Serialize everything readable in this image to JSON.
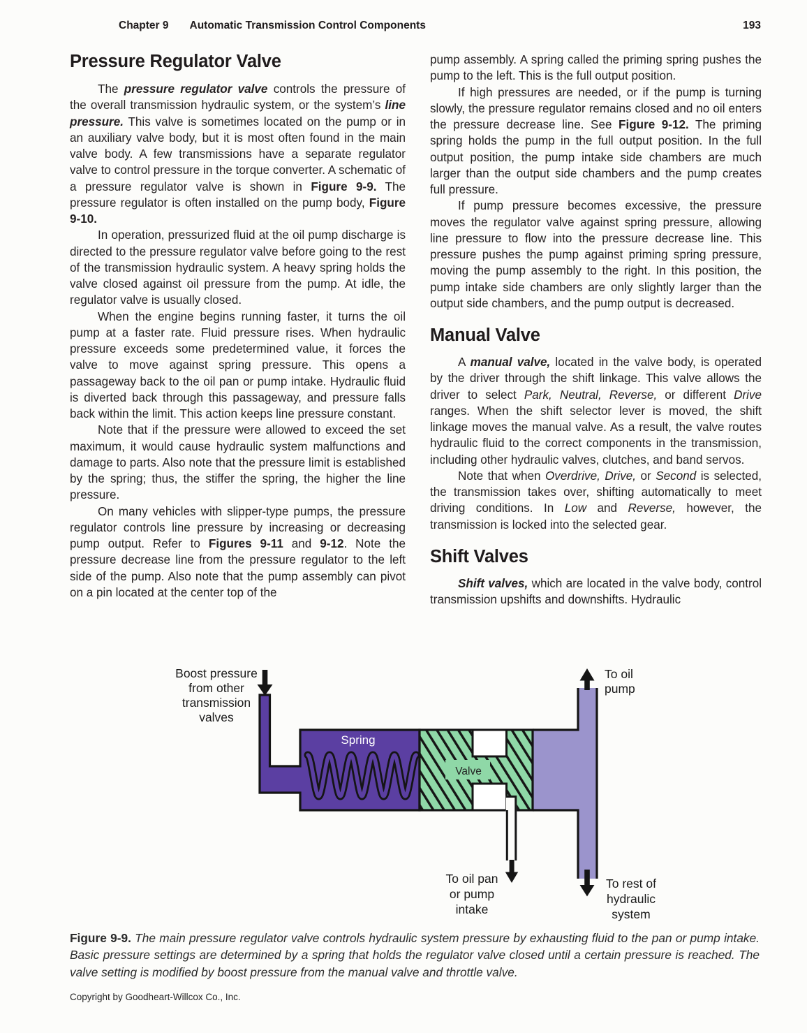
{
  "header": {
    "chapter": "Chapter 9",
    "title": "Automatic Transmission Control Components",
    "page": "193"
  },
  "left_column": {
    "heading": "Pressure Regulator Valve",
    "paragraphs": [
      {
        "segments": [
          {
            "t": "The "
          },
          {
            "t": "pressure regulator valve",
            "s": "bi"
          },
          {
            "t": " controls the pressure of the overall transmission hydraulic system, or the system’s "
          },
          {
            "t": "line pressure.",
            "s": "bi"
          },
          {
            "t": " This valve is sometimes located on the pump or in an auxiliary valve body, but it is most often found in the main valve body. A few transmissions have a separate regulator valve to control pressure in the torque converter. A schematic of a pressure regulator valve is shown in "
          },
          {
            "t": "Figure 9-9.",
            "s": "b"
          },
          {
            "t": " The pressure regulator is often installed on the pump body, "
          },
          {
            "t": "Figure 9-10.",
            "s": "b"
          }
        ]
      },
      {
        "segments": [
          {
            "t": "In operation, pressurized fluid at the oil pump discharge is directed to the pressure regulator valve before going to the rest of the transmission hydraulic system. A heavy spring holds the valve closed against oil pressure from the pump. At idle, the regulator valve is usually closed."
          }
        ]
      },
      {
        "segments": [
          {
            "t": "When the engine begins running faster, it turns the oil pump at a faster rate. Fluid pressure rises. When hydraulic pressure exceeds some predetermined value, it forces the valve to move against spring pressure. This opens a passageway back to the oil pan or pump intake. Hydraulic fluid is diverted back through this passageway, and pressure falls back within the limit. This action keeps line pressure constant."
          }
        ]
      },
      {
        "segments": [
          {
            "t": "Note that if the pressure were allowed to exceed the set maximum, it would cause hydraulic system malfunctions and damage to parts. Also note that the pressure limit is established by the spring; thus, the stiffer the spring, the higher the line pressure."
          }
        ]
      },
      {
        "segments": [
          {
            "t": "On many vehicles with slipper-type pumps, the pressure regulator controls line pressure by increasing or decreasing pump output. Refer to "
          },
          {
            "t": "Figures 9-11",
            "s": "b"
          },
          {
            "t": " and "
          },
          {
            "t": "9-12",
            "s": "b"
          },
          {
            "t": ". Note the pressure decrease line from the pressure regulator to the left side of the pump. Also note that the pump assembly can pivot on a pin located at the center top of the"
          }
        ]
      }
    ]
  },
  "right_column": {
    "sections": [
      {
        "heading": null,
        "paragraphs": [
          {
            "indent": false,
            "segments": [
              {
                "t": "pump assembly. A spring called the priming spring pushes the pump to the left. This is the full output position."
              }
            ]
          },
          {
            "segments": [
              {
                "t": "If high pressures are needed, or if the pump is turning slowly, the pressure regulator remains closed and no oil enters the pressure decrease line. See "
              },
              {
                "t": "Figure 9-12.",
                "s": "b"
              },
              {
                "t": " The priming spring holds the pump in the full output position. In the full output position, the pump intake side chambers are much larger than the output side chambers and the pump creates full pressure."
              }
            ]
          },
          {
            "segments": [
              {
                "t": "If pump pressure becomes excessive, the pressure moves the regulator valve against spring pressure, allowing line pressure to flow into the pressure decrease line. This pressure pushes the pump against priming spring pressure, moving the pump assembly to the right. In this position, the pump intake side chambers are only slightly larger than the output side chambers, and the pump output is decreased."
              }
            ]
          }
        ]
      },
      {
        "heading": "Manual Valve",
        "paragraphs": [
          {
            "segments": [
              {
                "t": "A "
              },
              {
                "t": "manual valve,",
                "s": "bi"
              },
              {
                "t": " located in the valve body, is operated by the driver through the shift linkage. This valve allows the driver to select "
              },
              {
                "t": "Park, Neutral, Reverse,",
                "s": "i"
              },
              {
                "t": " or different "
              },
              {
                "t": "Drive",
                "s": "i"
              },
              {
                "t": " ranges. When the shift selector lever is moved, the shift linkage moves the manual valve. As a result, the valve routes hydraulic fluid to the correct components in the transmission, including other hydraulic valves, clutches, and band servos."
              }
            ]
          },
          {
            "segments": [
              {
                "t": "Note that when "
              },
              {
                "t": "Overdrive, Drive,",
                "s": "i"
              },
              {
                "t": " or "
              },
              {
                "t": "Second",
                "s": "i"
              },
              {
                "t": " is selected, the transmission takes over, shifting automatically to meet driving conditions. In "
              },
              {
                "t": "Low",
                "s": "i"
              },
              {
                "t": " and "
              },
              {
                "t": "Reverse,",
                "s": "i"
              },
              {
                "t": " however, the transmission is locked into the selected gear."
              }
            ]
          }
        ]
      },
      {
        "heading": "Shift Valves",
        "paragraphs": [
          {
            "segments": [
              {
                "t": "Shift valves,",
                "s": "bi"
              },
              {
                "t": " which are located in the valve body, control transmission upshifts and downshifts. Hydraulic"
              }
            ]
          }
        ]
      }
    ]
  },
  "figure": {
    "labels": {
      "boost": [
        "Boost pressure",
        "from other",
        "transmission",
        "valves"
      ],
      "to_oil_pump": [
        "To oil",
        "pump"
      ],
      "spring": "Spring",
      "valve": "Valve",
      "to_oil_pan": [
        "To oil pan",
        "or pump",
        "intake"
      ],
      "to_rest": [
        "To rest of",
        "hydraulic",
        "system"
      ]
    },
    "colors": {
      "spring_chamber": "#5b3fa2",
      "valve_green": "#8fd8a7",
      "system_lavender": "#9b94cc",
      "outline": "#151515"
    },
    "caption": {
      "segments": [
        {
          "t": "Figure 9-9.",
          "s": "b"
        },
        {
          "t": " The main pressure regulator valve controls hydraulic system pressure by exhausting fluid to the pan or pump intake. Basic pressure settings are determined by a spring that holds the regulator valve closed until a certain pressure is reached. The valve setting is modified by boost pressure from the manual valve and throttle valve.",
          "s": "i"
        }
      ]
    }
  },
  "footer": {
    "copyright": "Copyright by Goodheart-Willcox Co., Inc."
  }
}
